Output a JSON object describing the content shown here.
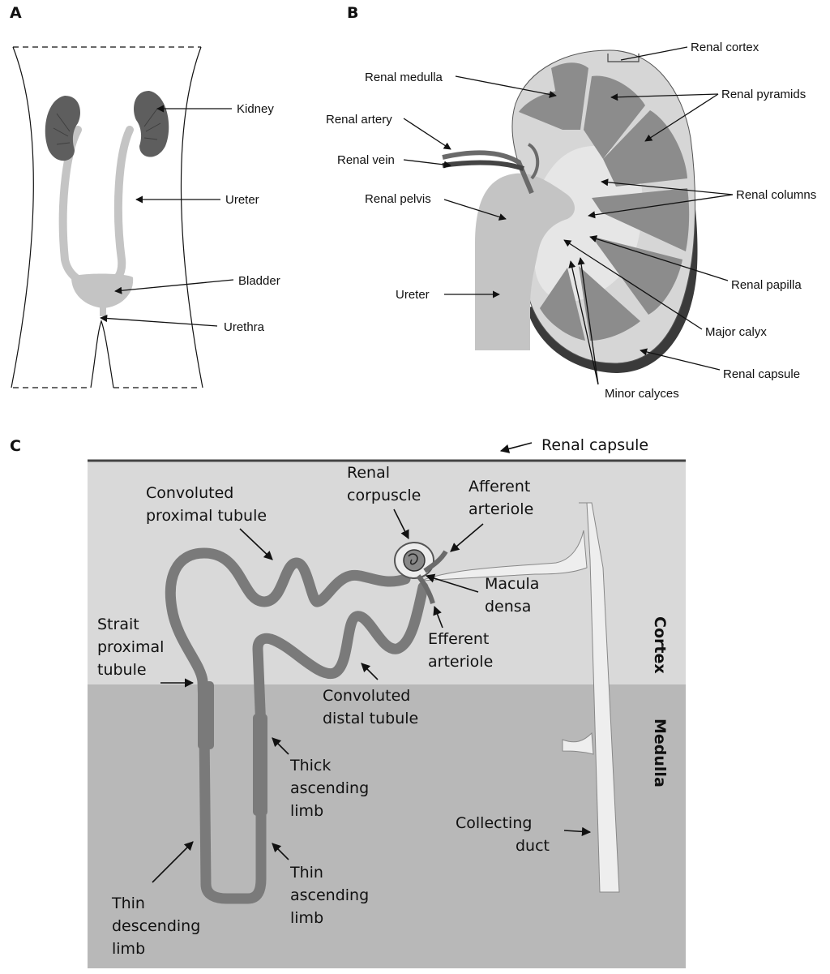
{
  "panels": {
    "a": {
      "letter": "A",
      "labels": {
        "kidney": "Kidney",
        "ureter": "Ureter",
        "bladder": "Bladder",
        "urethra": "Urethra"
      }
    },
    "b": {
      "letter": "B",
      "labels": {
        "renal_cortex": "Renal cortex",
        "renal_medulla": "Renal medulla",
        "renal_pyramids": "Renal pyramids",
        "renal_artery": "Renal artery",
        "renal_vein": "Renal vein",
        "renal_pelvis": "Renal pelvis",
        "renal_columns": "Renal columns",
        "renal_papilla": "Renal papilla",
        "ureter": "Ureter",
        "major_calyx": "Major calyx",
        "renal_capsule": "Renal capsule",
        "minor_calyces": "Minor calyces"
      }
    },
    "c": {
      "letter": "C",
      "labels": {
        "renal_capsule": "Renal capsule",
        "renal_corpuscle": [
          "Renal",
          "corpuscle"
        ],
        "afferent_arteriole": [
          "Afferent",
          "arteriole"
        ],
        "convoluted_proximal_tubule": [
          "Convoluted",
          "proximal tubule"
        ],
        "macula_densa": [
          "Macula",
          "densa"
        ],
        "efferent_arteriole": [
          "Efferent",
          "arteriole"
        ],
        "strait_proximal_tubule": [
          "Strait",
          "proximal",
          "tubule"
        ],
        "convoluted_distal_tubule": [
          "Convoluted",
          "distal tubule"
        ],
        "thick_ascending_limb": [
          "Thick",
          "ascending",
          "limb"
        ],
        "thin_ascending_limb": [
          "Thin",
          "ascending",
          "limb"
        ],
        "thin_descending_limb": [
          "Thin",
          "descending",
          "limb"
        ],
        "collecting_duct": [
          "Collecting",
          "duct"
        ]
      },
      "zones": {
        "cortex": "Cortex",
        "medulla": "Medulla"
      }
    }
  },
  "colors": {
    "kidney_dark": "#5e5e5e",
    "capsule_dark": "#3a3a3a",
    "cortex_bg": "#d9d9d9",
    "medulla_bg": "#b8b8b8",
    "pyramid": "#8c8c8c",
    "tubule": "#7a7a7a",
    "light_gray": "#c4c4c4"
  }
}
